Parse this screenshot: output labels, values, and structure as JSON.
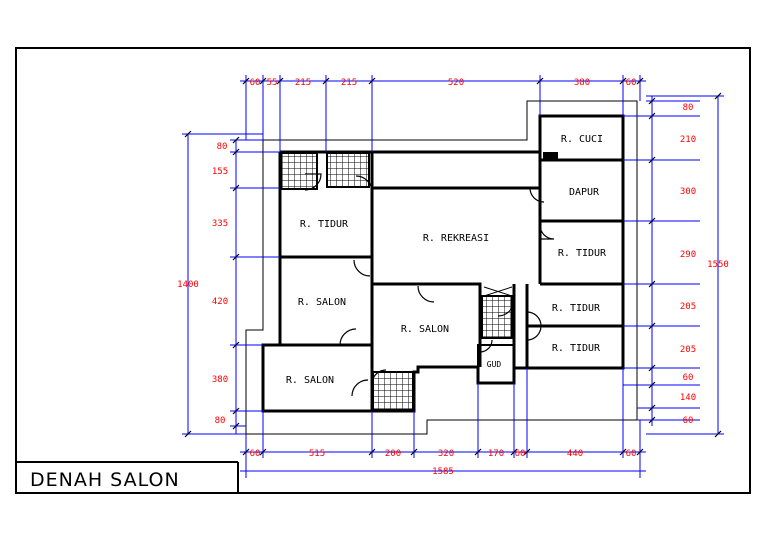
{
  "title": "DENAH SALON",
  "rooms": {
    "cuci": "R. CUCI",
    "dapur": "DAPUR",
    "tidur_left": "R. TIDUR",
    "rekreasi": "R. REKREASI",
    "tidur_right": "R. TIDUR",
    "salon_left": "R. SALON",
    "salon_center": "R. SALON",
    "tidur_br1": "R. TIDUR",
    "tidur_br2": "R. TIDUR",
    "salon_bottom": "R. SALON",
    "gud": "GUD"
  },
  "dims": {
    "top": [
      "60",
      "55",
      "215",
      "215",
      "520",
      "380",
      "60"
    ],
    "bottom": [
      "60",
      "515",
      "200",
      "320",
      "170",
      "60",
      "440",
      "60"
    ],
    "bottom_total": "1585",
    "left": [
      "80",
      "155",
      "335",
      "420",
      "380",
      "80"
    ],
    "left_total": "1400",
    "right": [
      "80",
      "210",
      "300",
      "290",
      "205",
      "205",
      "60",
      "140",
      "60"
    ],
    "right_total": "1550"
  },
  "colors": {
    "dimension": "#ff0000",
    "dimension_line": "#0000ff",
    "wall": "#000000"
  }
}
